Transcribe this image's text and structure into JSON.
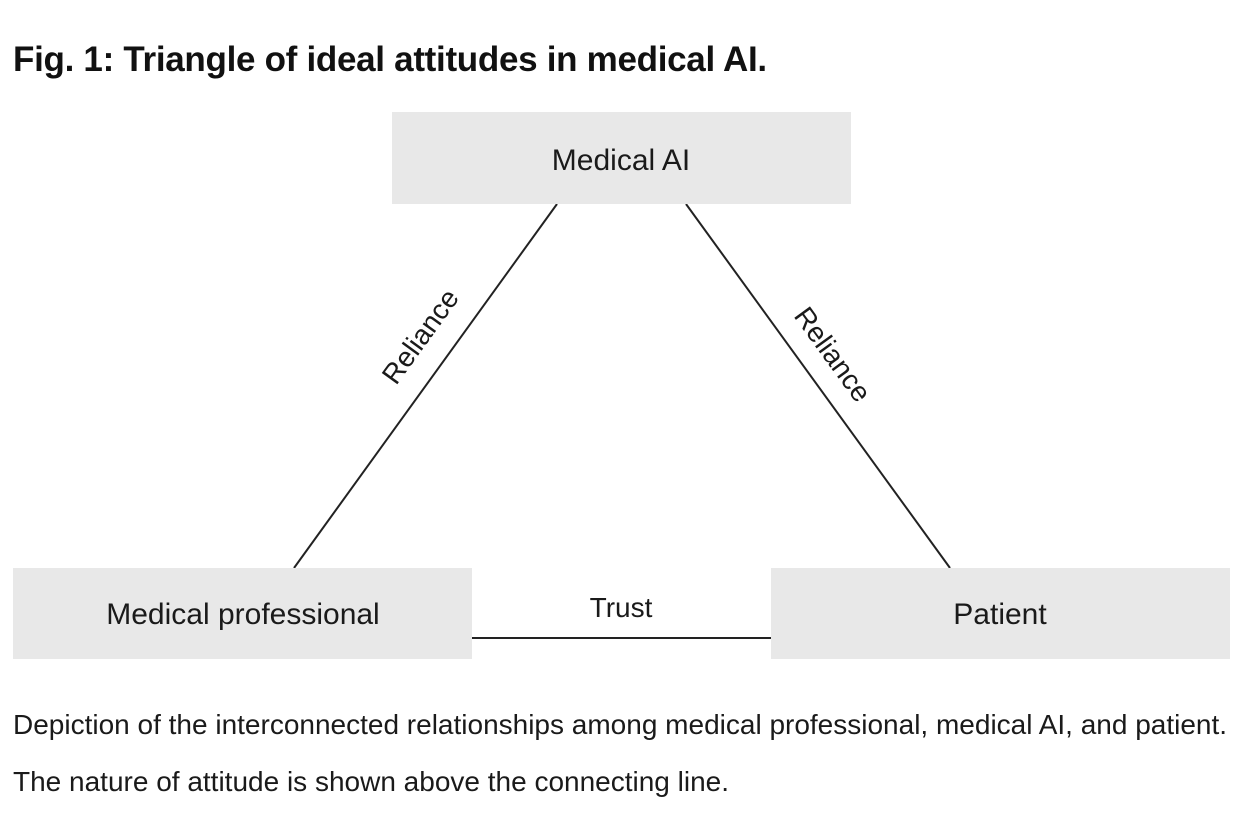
{
  "figure": {
    "title": "Fig. 1: Triangle of ideal attitudes in medical AI.",
    "caption": "Depiction of the interconnected relationships among medical professional, medical AI, and patient. The nature of attitude is shown above the connecting line."
  },
  "diagram": {
    "nodes": [
      {
        "id": "medical-ai",
        "label": "Medical AI"
      },
      {
        "id": "medical-professional",
        "label": "Medical professional"
      },
      {
        "id": "patient",
        "label": "Patient"
      }
    ],
    "edges": [
      {
        "from": "medical-professional",
        "to": "medical-ai",
        "label": "Reliance"
      },
      {
        "from": "patient",
        "to": "medical-ai",
        "label": "Reliance"
      },
      {
        "from": "medical-professional",
        "to": "patient",
        "label": "Trust"
      }
    ],
    "colors": {
      "node_fill": "#e8e8e8",
      "line": "#222222",
      "text": "#1a1a1a"
    }
  }
}
